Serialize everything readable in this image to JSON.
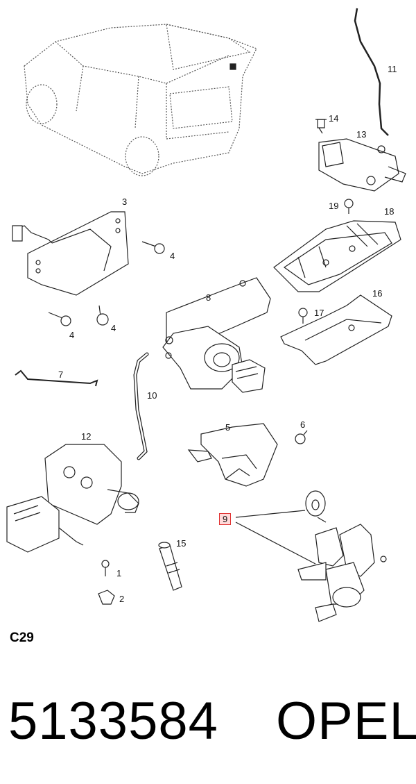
{
  "callouts": {
    "c1": "1",
    "c2": "2",
    "c3": "3",
    "c4a": "4",
    "c4b": "4",
    "c4c": "4",
    "c5": "5",
    "c6": "6",
    "c7": "7",
    "c8": "8",
    "c9": "9",
    "c10": "10",
    "c11": "11",
    "c12": "12",
    "c13": "13",
    "c14": "14",
    "c15": "15",
    "c16": "16",
    "c17": "17",
    "c18": "18",
    "c19": "19"
  },
  "section_code": "C29",
  "part_number": "5133584",
  "brand": "OPEL",
  "colors": {
    "highlight_fill": "#ffd9d9",
    "highlight_border": "#e03030",
    "line": "#222222"
  }
}
